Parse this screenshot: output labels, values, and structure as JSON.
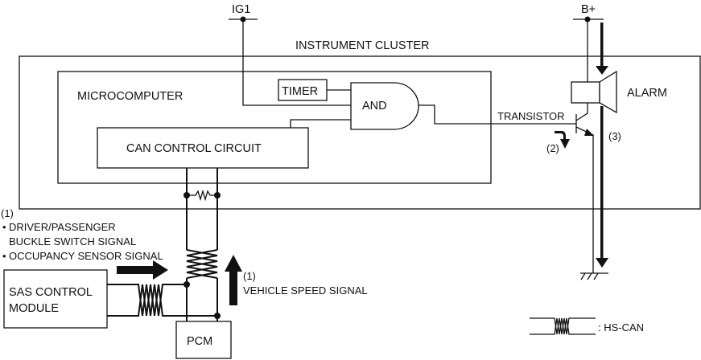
{
  "title": "Seat belt warning alarm system wiring diagram",
  "colors": {
    "line": "#111111",
    "background": "#ffffff"
  },
  "power": {
    "ig1": "IG1",
    "bplus": "B+"
  },
  "instrument_cluster": {
    "label": "INSTRUMENT CLUSTER"
  },
  "microcomputer": {
    "label": "MICROCOMPUTER",
    "timer": "TIMER",
    "and_gate": "AND",
    "can_control": "CAN CONTROL CIRCUIT"
  },
  "transistor": {
    "label": "TRANSISTOR"
  },
  "alarm": {
    "label": "ALARM"
  },
  "steps": {
    "step1_left": "(1)",
    "step1_right": "(1)",
    "step2": "(2)",
    "step3": "(3)"
  },
  "signals": {
    "bullet": "•",
    "driver_passenger_line1": "DRIVER/PASSENGER",
    "driver_passenger_line2": "BUCKLE SWITCH SIGNAL",
    "occupancy": "OCCUPANCY SENSOR SIGNAL",
    "vehicle_speed": "VEHICLE SPEED SIGNAL"
  },
  "modules": {
    "sas_line1": "SAS CONTROL",
    "sas_line2": "MODULE",
    "pcm": "PCM"
  },
  "legend": {
    "hs_can": ": HS-CAN"
  }
}
